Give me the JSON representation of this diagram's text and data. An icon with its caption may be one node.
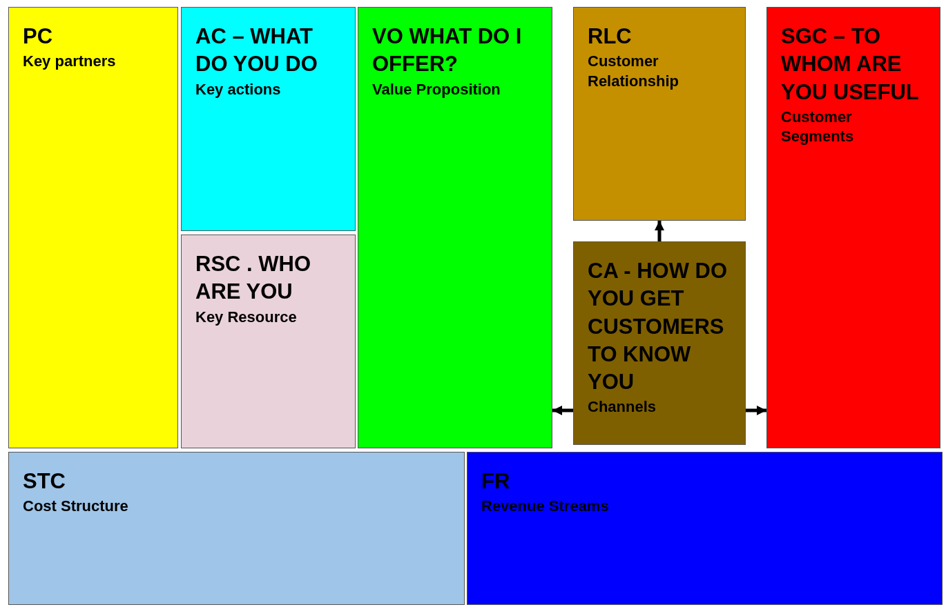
{
  "diagram": {
    "nodes": [
      {
        "text": [
          "PC",
          "Key partners"
        ]
      },
      {
        "text": [
          "AC – WHAT DO YOU DO",
          "Key actions"
        ]
      },
      {
        "text": [
          "VO WHAT DO I OFFER?",
          "Value Proposition"
        ]
      },
      {
        "text": [
          "RLC",
          "Customer Relationship"
        ]
      },
      {
        "text": [
          "SGC – TO WHOM ARE YOU USEFUL",
          "Customer Segments"
        ]
      },
      {
        "text": [
          "RSC . WHO ARE YOU",
          "Key Resource"
        ]
      },
      {
        "text": [
          "CA - HOW DO YOU GET CUSTOMERS TO KNOW YOU",
          "Channels"
        ]
      },
      {
        "text": [
          "STC",
          "Cost Structure"
        ]
      },
      {
        "text": [
          "FR",
          "Revenue Streams"
        ]
      }
    ],
    "edges": [
      {
        "from": 6,
        "to": 2,
        "arrow": "to"
      },
      {
        "from": 6,
        "to": 3,
        "arrow": "to"
      },
      {
        "from": 6,
        "to": 4,
        "arrow": "to"
      }
    ]
  }
}
